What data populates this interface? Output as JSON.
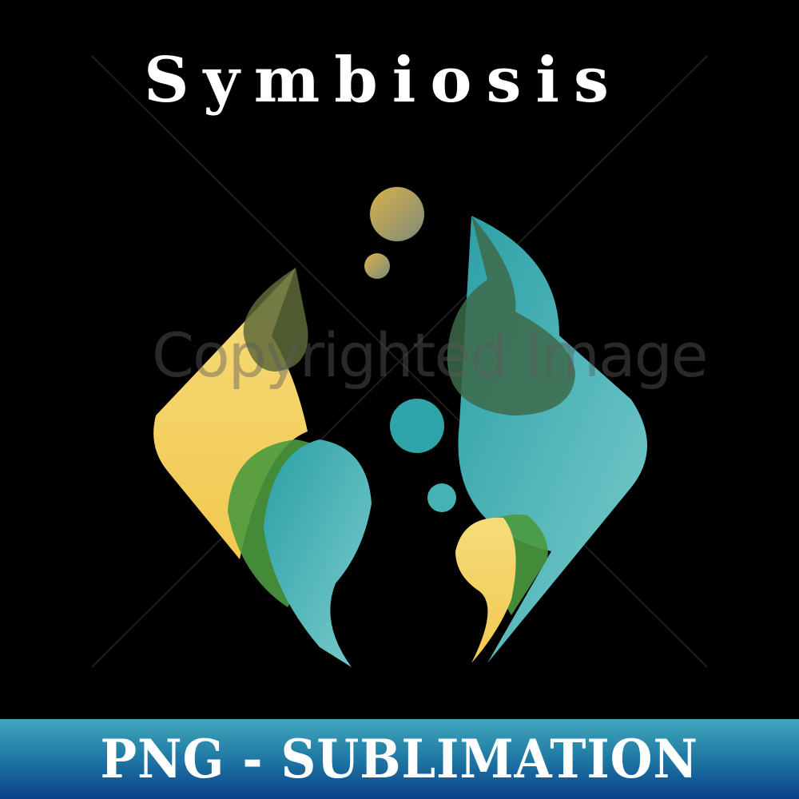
{
  "title": "Symbiosis",
  "watermark": "Copyrighted Image",
  "banner": {
    "label": "PNG - SUBLIMATION"
  },
  "colors": {
    "yellow": "#f8d66a",
    "teal": "#4fb7bd",
    "green": "#4a9a3e",
    "gold": "#c9a64a",
    "banner_top": "#40a7bb",
    "banner_bottom": "#0c3f89"
  }
}
